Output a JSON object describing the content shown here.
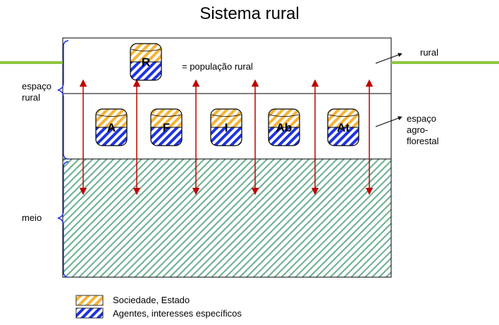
{
  "title": "Sistema rural",
  "labels": {
    "rural_population": "= população rural",
    "rural": "rural",
    "espaco_agroflorestal": "espaço\nagro-\nflorestal",
    "espaco_rural": "espaço\nrural",
    "meio": "meio"
  },
  "drums": [
    {
      "id": "R",
      "label": "R"
    },
    {
      "id": "A",
      "label": "A"
    },
    {
      "id": "F",
      "label": "F"
    },
    {
      "id": "I",
      "label": "I"
    },
    {
      "id": "Ab",
      "label": "Ab"
    },
    {
      "id": "At",
      "label": "At"
    }
  ],
  "legend": [
    {
      "label": "Sociedade, Estado",
      "pattern": "orange-stripes"
    },
    {
      "label": "Agentes, interesses específicos",
      "pattern": "blue-stripes"
    }
  ],
  "colors": {
    "green_line": "#8dc63f",
    "orange": "#f5b335",
    "blue": "#1f32e0",
    "arrow_red": "#c00000",
    "meio_green": "#6aae8e"
  }
}
